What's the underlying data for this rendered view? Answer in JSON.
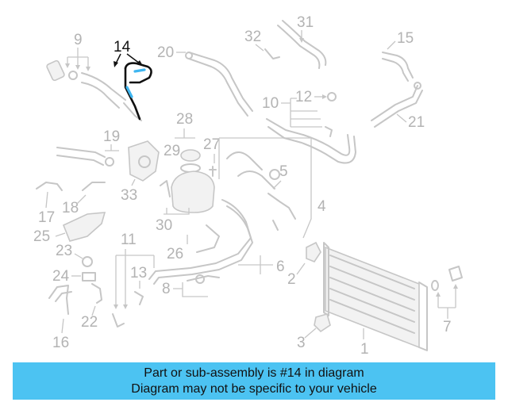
{
  "banner": {
    "line1": "Part or sub-assembly is #14 in diagram",
    "line2": "Diagram may not be specific to your vehicle"
  },
  "callouts": {
    "c1": "1",
    "c2": "2",
    "c2b": "2",
    "c3": "3",
    "c4": "4",
    "c5": "5",
    "c6": "6",
    "c7": "7",
    "c8": "8",
    "c9": "9",
    "c10": "10",
    "c11": "11",
    "c12": "12",
    "c13": "13",
    "c14": "14",
    "c15": "15",
    "c16": "16",
    "c17": "17",
    "c18": "18",
    "c19": "19",
    "c20": "20",
    "c21": "21",
    "c22": "22",
    "c23": "23",
    "c24": "24",
    "c25": "25",
    "c26": "26",
    "c27": "27",
    "c28": "28",
    "c29": "29",
    "c30": "30",
    "c31": "31",
    "c32": "32",
    "c33": "33"
  },
  "highlighted_part": "14",
  "colors": {
    "banner_bg": "#4cc3f2",
    "part_line": "#c6c6c6",
    "highlight_line": "#111111",
    "highlight_fill": "#3fb6f0"
  }
}
